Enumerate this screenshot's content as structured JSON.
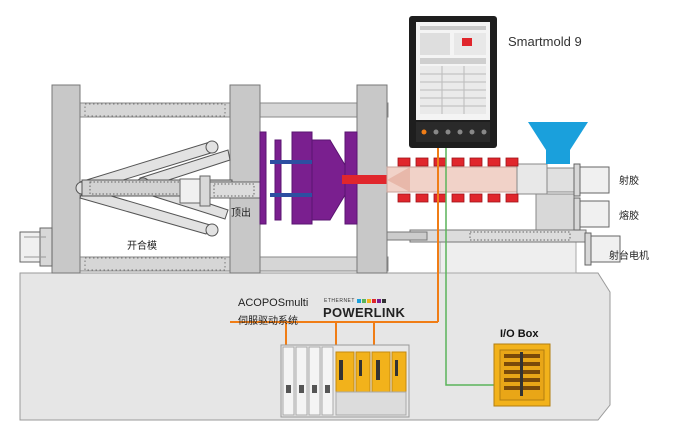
{
  "title": "Smartmold 9",
  "labels": {
    "injection": "射胶",
    "melting": "熔胶",
    "carriage_motor": "射台电机",
    "open_close_mold": "开合模",
    "ejector": "顶出",
    "drive_name": "ACOPOSmulti",
    "drive_desc": "伺服驱动系统",
    "network_small": "ETHERNET",
    "network_brand": "POWERLINK",
    "io_box": "I/O Box"
  },
  "colors": {
    "machine_gray": "#c8c8c8",
    "base_gray": "#e6e6e6",
    "mold_purple": "#7a1f8f",
    "heater_red": "#e0262c",
    "hopper_blue": "#1aa0dc",
    "powerlink_orange": "#f07d16",
    "io_green": "#5ab45a",
    "drive_yellow": "#f2b21b"
  }
}
